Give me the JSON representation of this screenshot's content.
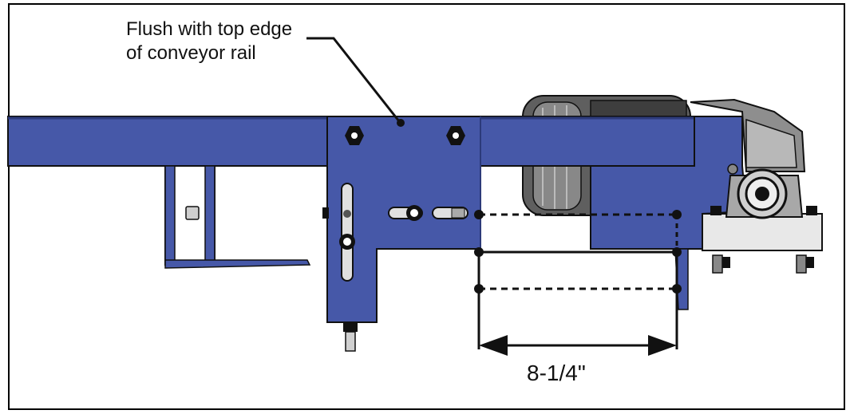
{
  "callout": {
    "line1": "Flush with top edge",
    "line2": "of conveyor rail"
  },
  "dimension": {
    "label": "8-1/4\""
  },
  "colors": {
    "rail_blue": "#4658a8",
    "rail_dark": "#2c3a7a",
    "motor_gray": "#6b6b6b",
    "bearing_gray": "#a8a8a8",
    "outline": "#111111"
  }
}
